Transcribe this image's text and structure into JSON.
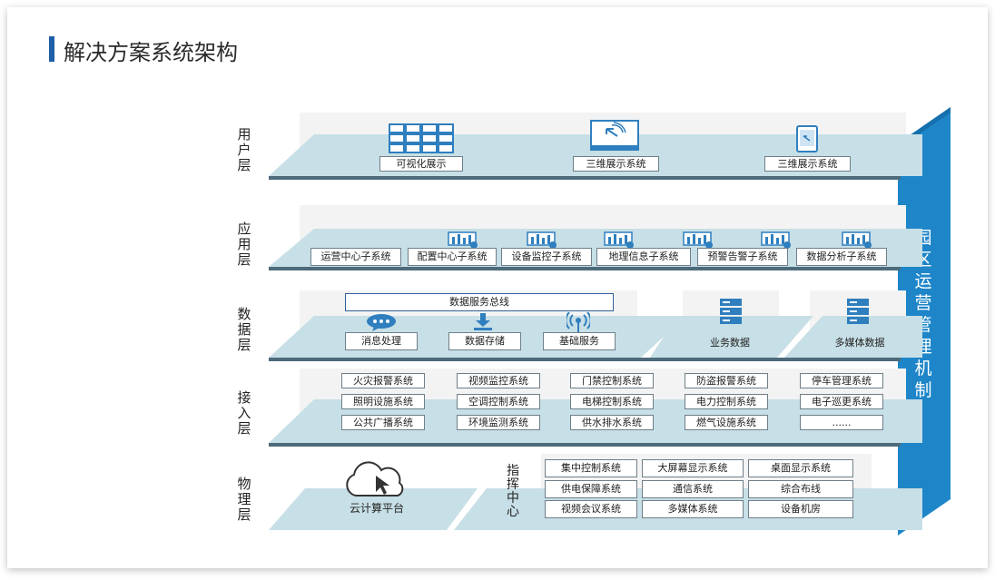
{
  "page": {
    "title": "解决方案系统架构"
  },
  "layers": {
    "user": "用户层",
    "app": "应用层",
    "data": "数据层",
    "access": "接入层",
    "physical": "物理层"
  },
  "user_layer": {
    "items": [
      "可视化展示",
      "三维展示系统",
      "三维展示系统"
    ]
  },
  "app_layer": {
    "items": [
      "运营中心子系统",
      "配置中心子系统",
      "设备监控子系统",
      "地理信息子系统",
      "预警告警子系统",
      "数据分析子系统"
    ]
  },
  "data_layer": {
    "bus": "数据服务总线",
    "services": [
      "消息处理",
      "数据存储",
      "基础服务"
    ],
    "business": "业务数据",
    "multimedia": "多媒体数据"
  },
  "access_layer": {
    "rows": [
      [
        "火灾报警系统",
        "视频监控系统",
        "门禁控制系统",
        "防盗报警系统",
        "停车管理系统"
      ],
      [
        "照明设施系统",
        "空调控制系统",
        "电梯控制系统",
        "电力控制系统",
        "电子巡更系统"
      ],
      [
        "公共广播系统",
        "环境监测系统",
        "供水排水系统",
        "燃气设施系统",
        "......"
      ]
    ]
  },
  "physical_layer": {
    "cloud": "云计算平台",
    "command": "指挥中心",
    "rows": [
      [
        "集中控制系统",
        "大屏幕显示系统",
        "桌面显示系统"
      ],
      [
        "供电保障系统",
        "通信系统",
        "综合布线"
      ],
      [
        "视频会议系统",
        "多媒体系统",
        "设备机房"
      ]
    ]
  },
  "side_panel": {
    "label": "园区运营管理机制"
  },
  "icons": {
    "video_wall": "video-wall-icon",
    "monitor": "monitor-icon",
    "tablet": "tablet-icon",
    "bar_chart": "bar-chart-icon",
    "chat": "chat-bubble-icon",
    "download": "download-icon",
    "signal": "signal-tower-icon",
    "server": "server-icon",
    "cloud": "cloud-icon"
  },
  "colors": {
    "accent": "#1f5fa8",
    "side": "#1e86c8",
    "floor": "#c7dfe6"
  }
}
